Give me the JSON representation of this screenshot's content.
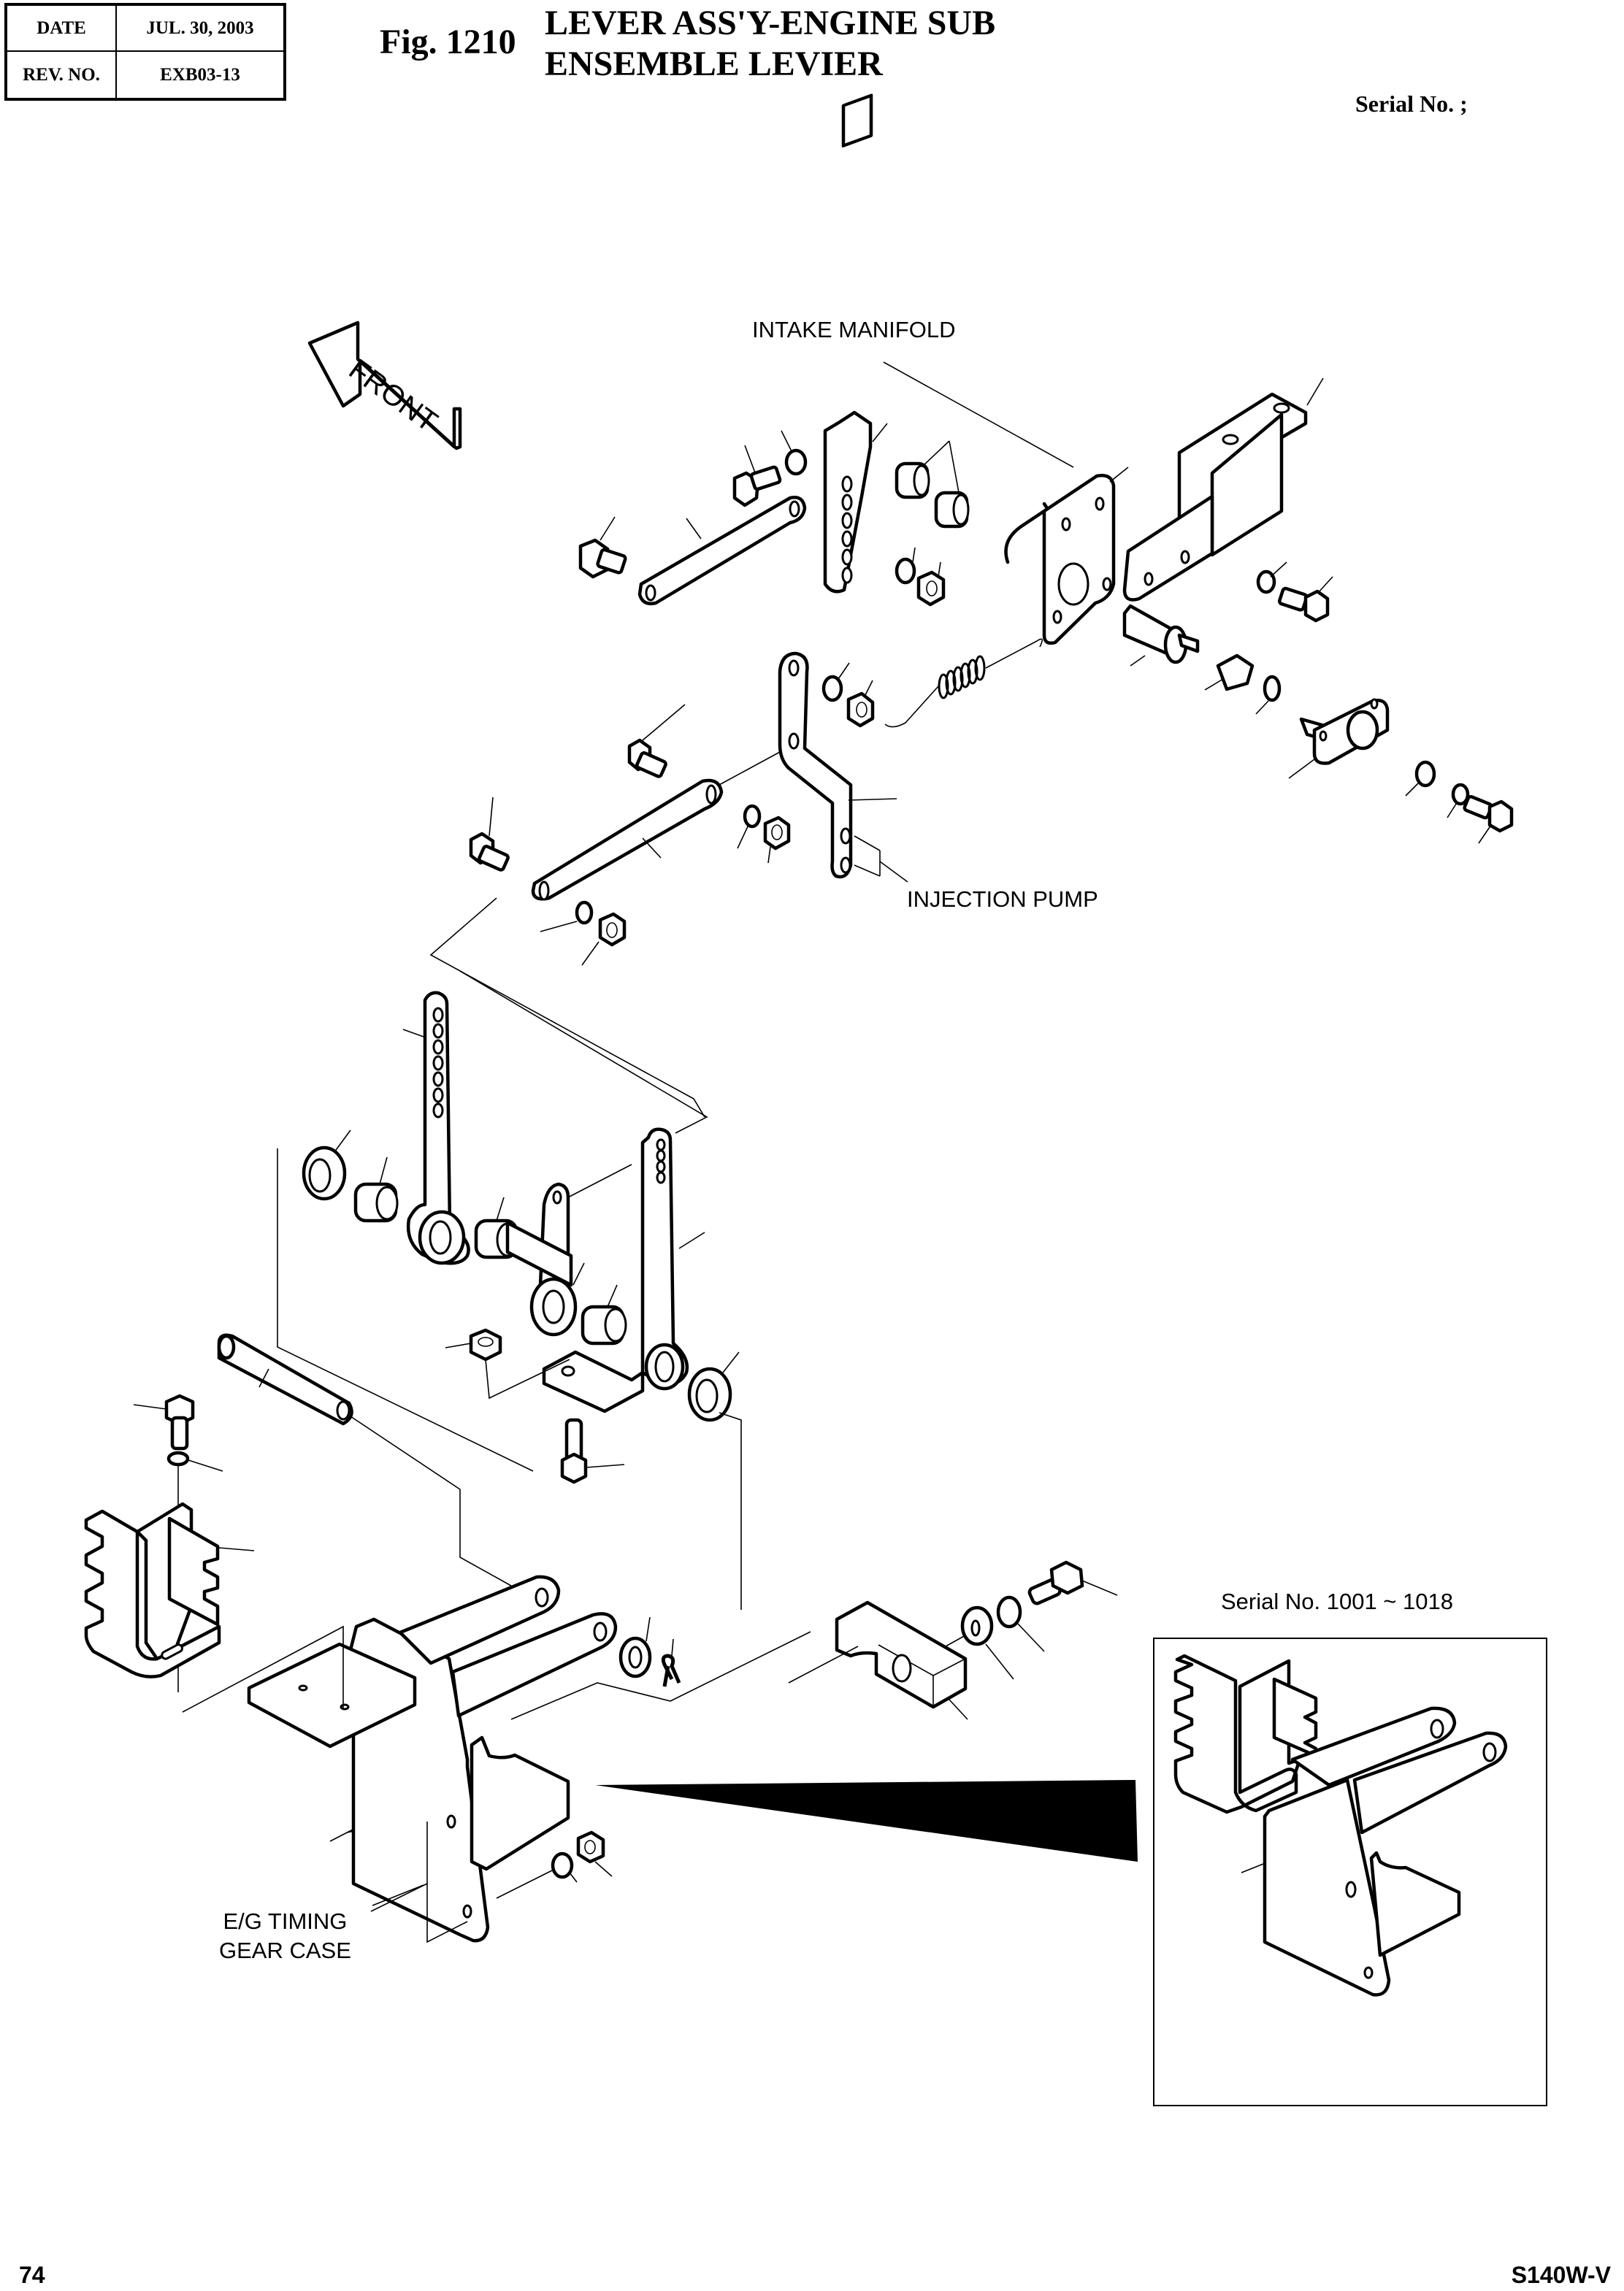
{
  "header": {
    "date_label": "DATE",
    "date_value": "JUL. 30, 2003",
    "rev_label": "REV. NO.",
    "rev_value": "EXB03-13",
    "figure_number": "Fig. 1210",
    "title_en": "LEVER ASS'Y-ENGINE SUB",
    "title_fr": "ENSEMBLE LEVIER",
    "serial_label": "Serial No. ;"
  },
  "drawing": {
    "direction_arrow": "FRONT",
    "labels": {
      "intake_manifold": "INTAKE MANIFOLD",
      "injection_pump": "INJECTION PUMP",
      "timing_gear_case_line1": "E/G TIMING",
      "timing_gear_case_line2": "GEAR CASE"
    },
    "inset": {
      "caption": "Serial No. 1001 ~ 1018"
    }
  },
  "footer": {
    "page_number": "74",
    "model": "S140W-V"
  }
}
